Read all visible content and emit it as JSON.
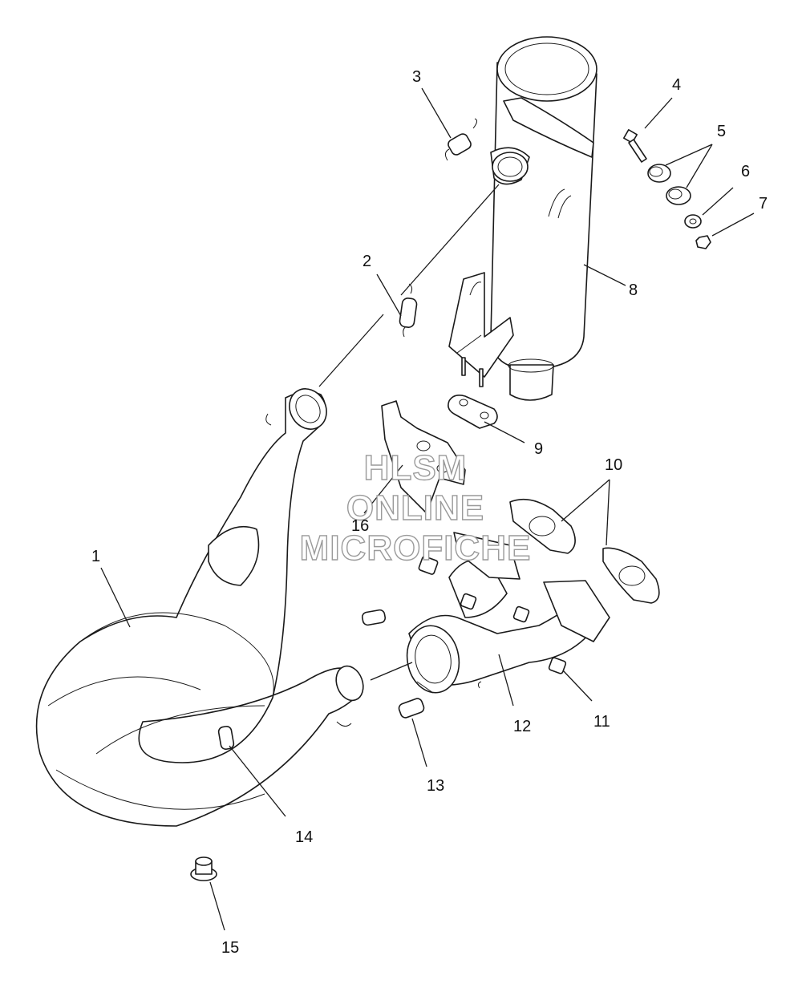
{
  "callouts": {
    "c1": "1",
    "c2": "2",
    "c3": "3",
    "c4": "4",
    "c5": "5",
    "c6": "6",
    "c7": "7",
    "c8": "8",
    "c9": "9",
    "c10": "10",
    "c11": "11",
    "c12": "12",
    "c13": "13",
    "c14": "14",
    "c15": "15",
    "c16": "16"
  },
  "watermark": {
    "line1": "HLSM",
    "line2": "ONLINE",
    "line3": "MICROFICHE"
  }
}
